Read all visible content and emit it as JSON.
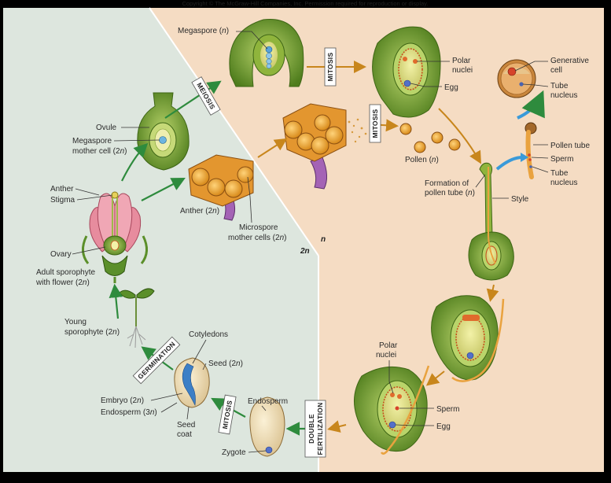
{
  "copyright": "Copyright © The McGraw-Hill Companies, Inc. Permission required for reproduction or display.",
  "regions": {
    "haploid": "n",
    "diploid": "2n"
  },
  "processes": {
    "meiosis": "MEIOSIS",
    "mitosis_megaspore": "MITOSIS",
    "mitosis_microspore": "MITOSIS",
    "mitosis_zygote": "MITOSIS",
    "germination": "GERMINATION",
    "double_fertilization_1": "DOUBLE",
    "double_fertilization_2": "FERTILIZATION"
  },
  "labels": {
    "megaspore_1": "Megaspore (",
    "megaspore_n": "n",
    "megaspore_2": ")",
    "polar_nuclei_top_1": "Polar",
    "polar_nuclei_top_2": "nuclei",
    "egg_top": "Egg",
    "generative_cell_1": "Generative",
    "generative_cell_2": "cell",
    "tube_nucleus_top_1": "Tube",
    "tube_nucleus_top_2": "nucleus",
    "pollen_tube": "Pollen tube",
    "sperm_right": "Sperm",
    "tube_nucleus_right_1": "Tube",
    "tube_nucleus_right_2": "nucleus",
    "pollen_1": "Pollen (",
    "pollen_n": "n",
    "pollen_2": ")",
    "formation_1": "Formation of",
    "formation_2": "pollen tube (",
    "formation_n": "n",
    "formation_3": ")",
    "style": "Style",
    "ovule": "Ovule",
    "megaspore_mother_1": "Megaspore",
    "megaspore_mother_2": "mother cell (2",
    "megaspore_mother_n": "n",
    "megaspore_mother_3": ")",
    "anther_left": "Anther",
    "stigma": "Stigma",
    "anther_mid_1": "Anther (2",
    "anther_mid_n": "n",
    "anther_mid_2": ")",
    "microspore_1": "Microspore",
    "microspore_2": "mother cells (2",
    "microspore_n": "n",
    "microspore_3": ")",
    "ovary": "Ovary",
    "adult_1": "Adult sporophyte",
    "adult_2": "with flower (2",
    "adult_n": "n",
    "adult_3": ")",
    "young_1": "Young",
    "young_2": "sporophyte (2",
    "young_n": "n",
    "young_3": ")",
    "cotyledons": "Cotyledons",
    "seed_1": "Seed (2",
    "seed_n": "n",
    "seed_2": ")",
    "embryo_1": "Embryo (2",
    "embryo_n": "n",
    "embryo_2": ")",
    "endosperm_seed_1": "Endosperm (3",
    "endosperm_seed_n": "n",
    "endosperm_seed_2": ")",
    "seed_coat_1": "Seed",
    "seed_coat_2": "coat",
    "endosperm": "Endosperm",
    "zygote": "Zygote",
    "polar_nuclei_bottom_1": "Polar",
    "polar_nuclei_bottom_2": "nuclei",
    "sperm_bottom": "Sperm",
    "egg_bottom": "Egg"
  },
  "colors": {
    "diploid_bg": "#dde6de",
    "haploid_bg": "#f5dcc3",
    "green_arrow": "#2e8b3d",
    "orange_arrow": "#c8861c",
    "blue_arrow": "#3a9ad9",
    "ovule_green": "#6f9a2a",
    "anther_orange": "#e3962f"
  }
}
